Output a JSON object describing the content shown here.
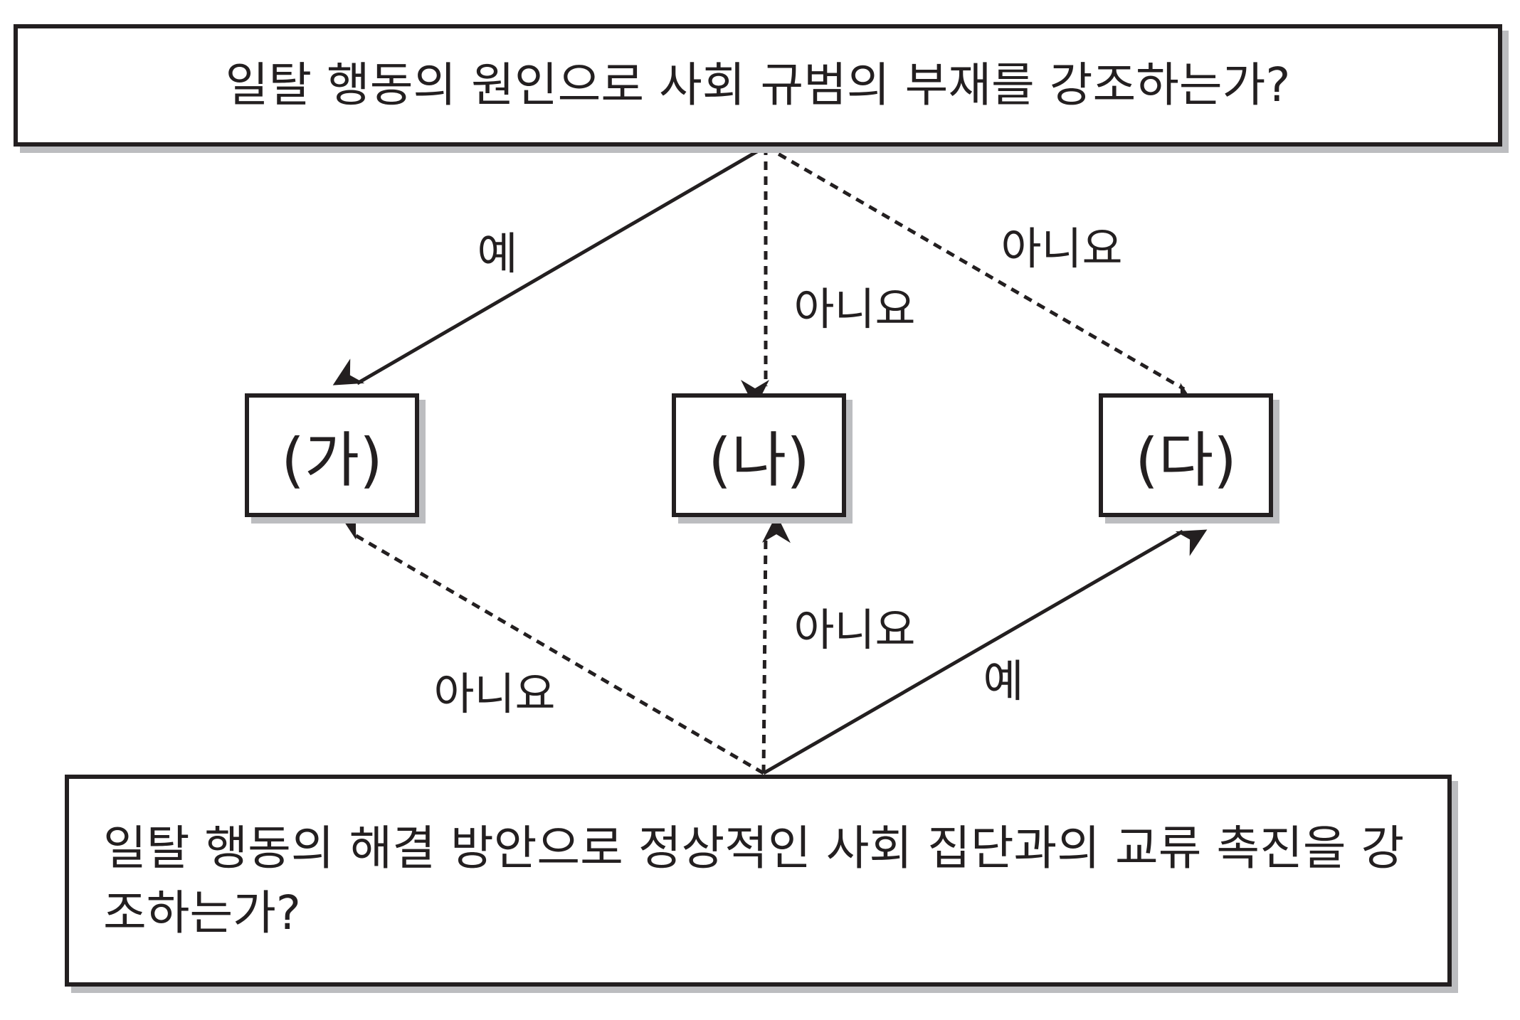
{
  "question_top": "일탈 행동의 원인으로 사회 규범의 부재를 강조하는가?",
  "question_bottom": "일탈 행동의 해결 방안으로 정상적인 사회 집단과의 교류 촉진을 강조하는가?",
  "options": [
    "(가)",
    "(나)",
    "(다)"
  ],
  "edges": {
    "top_to_a": "예",
    "top_to_b": "아니요",
    "top_to_c": "아니요",
    "bottom_to_a": "아니요",
    "bottom_to_b": "아니요",
    "bottom_to_c": "예"
  },
  "colors": {
    "line": "#231f20",
    "shadow": "#bcbdc0"
  }
}
